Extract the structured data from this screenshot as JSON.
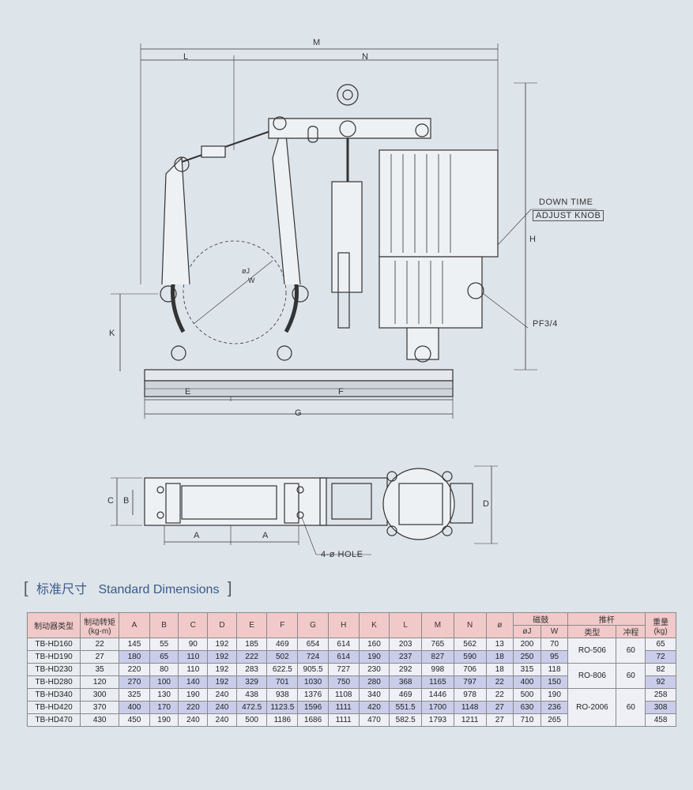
{
  "drawing": {
    "dims": {
      "M": "M",
      "L": "L",
      "N": "N",
      "H": "H",
      "K": "K",
      "E": "E",
      "F": "F",
      "G": "G",
      "C": "C",
      "B": "B",
      "A1": "A",
      "A2": "A",
      "D": "D",
      "phiJ": "øJ",
      "W": "W"
    },
    "callouts": {
      "down_time": "DOWN TIME",
      "adjust_knob": "ADJUST KNOB",
      "pf": "PF3/4",
      "hole": "4-ø HOLE"
    }
  },
  "section": {
    "open": "[",
    "zh": "标准尺寸",
    "en": "Standard Dimensions",
    "close": "]"
  },
  "table": {
    "headers": {
      "model": "制动器类型",
      "torque": "制动转矩 (kg-m)",
      "cols": [
        "A",
        "B",
        "C",
        "D",
        "E",
        "F",
        "G",
        "H",
        "K",
        "L",
        "M",
        "N",
        "ø"
      ],
      "drum": "磁鼓",
      "drum_sub": [
        "øJ",
        "W"
      ],
      "rod": "推杆",
      "rod_sub": [
        "类型",
        "冲程"
      ],
      "weight": "重量 (kg)"
    },
    "rows": [
      {
        "model": "TB-HD160",
        "torque": "22",
        "v": [
          "145",
          "55",
          "90",
          "192",
          "185",
          "469",
          "654",
          "614",
          "160",
          "203",
          "765",
          "562",
          "13",
          "200",
          "70"
        ],
        "weight": "65"
      },
      {
        "model": "TB-HD190",
        "torque": "27",
        "v": [
          "180",
          "65",
          "110",
          "192",
          "222",
          "502",
          "724",
          "614",
          "190",
          "237",
          "827",
          "590",
          "18",
          "250",
          "95"
        ],
        "weight": "72"
      },
      {
        "model": "TB-HD230",
        "torque": "35",
        "v": [
          "220",
          "80",
          "110",
          "192",
          "283",
          "622.5",
          "905.5",
          "727",
          "230",
          "292",
          "998",
          "706",
          "18",
          "315",
          "118"
        ],
        "weight": "82"
      },
      {
        "model": "TB-HD280",
        "torque": "120",
        "v": [
          "270",
          "100",
          "140",
          "192",
          "329",
          "701",
          "1030",
          "750",
          "280",
          "368",
          "1165",
          "797",
          "22",
          "400",
          "150"
        ],
        "weight": "92"
      },
      {
        "model": "TB-HD340",
        "torque": "300",
        "v": [
          "325",
          "130",
          "190",
          "240",
          "438",
          "938",
          "1376",
          "1108",
          "340",
          "469",
          "1446",
          "978",
          "22",
          "500",
          "190"
        ],
        "weight": "258"
      },
      {
        "model": "TB-HD420",
        "torque": "370",
        "v": [
          "400",
          "170",
          "220",
          "240",
          "472.5",
          "1123.5",
          "1596",
          "1111",
          "420",
          "551.5",
          "1700",
          "1148",
          "27",
          "630",
          "236"
        ],
        "weight": "308"
      },
      {
        "model": "TB-HD470",
        "torque": "430",
        "v": [
          "450",
          "190",
          "240",
          "240",
          "500",
          "1186",
          "1686",
          "1111",
          "470",
          "582.5",
          "1793",
          "1211",
          "27",
          "710",
          "265"
        ],
        "weight": "458"
      }
    ],
    "rod_groups": [
      {
        "type": "RO-506",
        "stroke": "60"
      },
      {
        "type": "RO-806",
        "stroke": "60"
      },
      {
        "type": "RO-2006",
        "stroke": "60"
      }
    ]
  }
}
